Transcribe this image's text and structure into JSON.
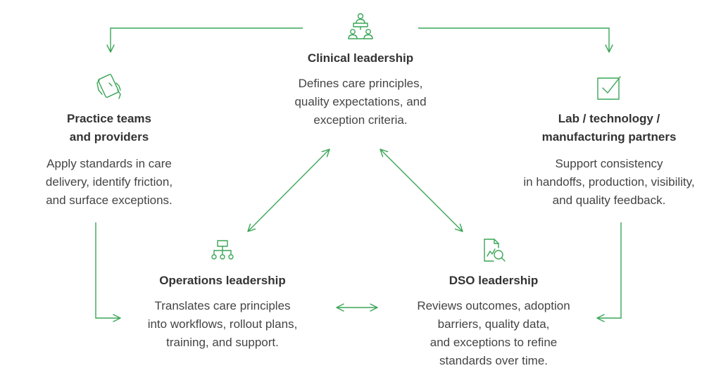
{
  "accent_color": "#3aa657",
  "text_color": "#333333",
  "nodes": {
    "clinical": {
      "icon": "group-meeting-icon",
      "title": [
        "Clinical leadership"
      ],
      "desc": [
        "Defines care principles,",
        "quality expectations, and",
        "exception criteria."
      ]
    },
    "practice": {
      "icon": "tablet-hand-icon",
      "title": [
        "Practice teams",
        "and providers"
      ],
      "desc": [
        "Apply standards in care",
        "delivery, identify friction,",
        "and surface exceptions."
      ]
    },
    "lab": {
      "icon": "checkbox-icon",
      "title": [
        "Lab / technology /",
        "manufacturing partners"
      ],
      "desc": [
        "Support consistency",
        "in handoffs, production, visibility,",
        "and quality feedback."
      ]
    },
    "operations": {
      "icon": "org-chart-icon",
      "title": [
        "Operations leadership"
      ],
      "desc": [
        "Translates care principles",
        "into workflows, rollout plans,",
        "training, and support."
      ]
    },
    "dso": {
      "icon": "report-search-icon",
      "title": [
        "DSO leadership"
      ],
      "desc": [
        "Reviews outcomes, adoption",
        "barriers, quality data,",
        "and exceptions to refine",
        "standards over time."
      ]
    }
  },
  "connections": [
    {
      "from": "clinical",
      "to": "practice",
      "type": "one-way"
    },
    {
      "from": "clinical",
      "to": "lab",
      "type": "one-way"
    },
    {
      "from": "clinical",
      "to": "operations",
      "type": "two-way"
    },
    {
      "from": "clinical",
      "to": "dso",
      "type": "two-way"
    },
    {
      "from": "operations",
      "to": "dso",
      "type": "two-way"
    },
    {
      "from": "practice",
      "to": "operations",
      "type": "one-way"
    },
    {
      "from": "lab",
      "to": "dso",
      "type": "one-way"
    }
  ]
}
